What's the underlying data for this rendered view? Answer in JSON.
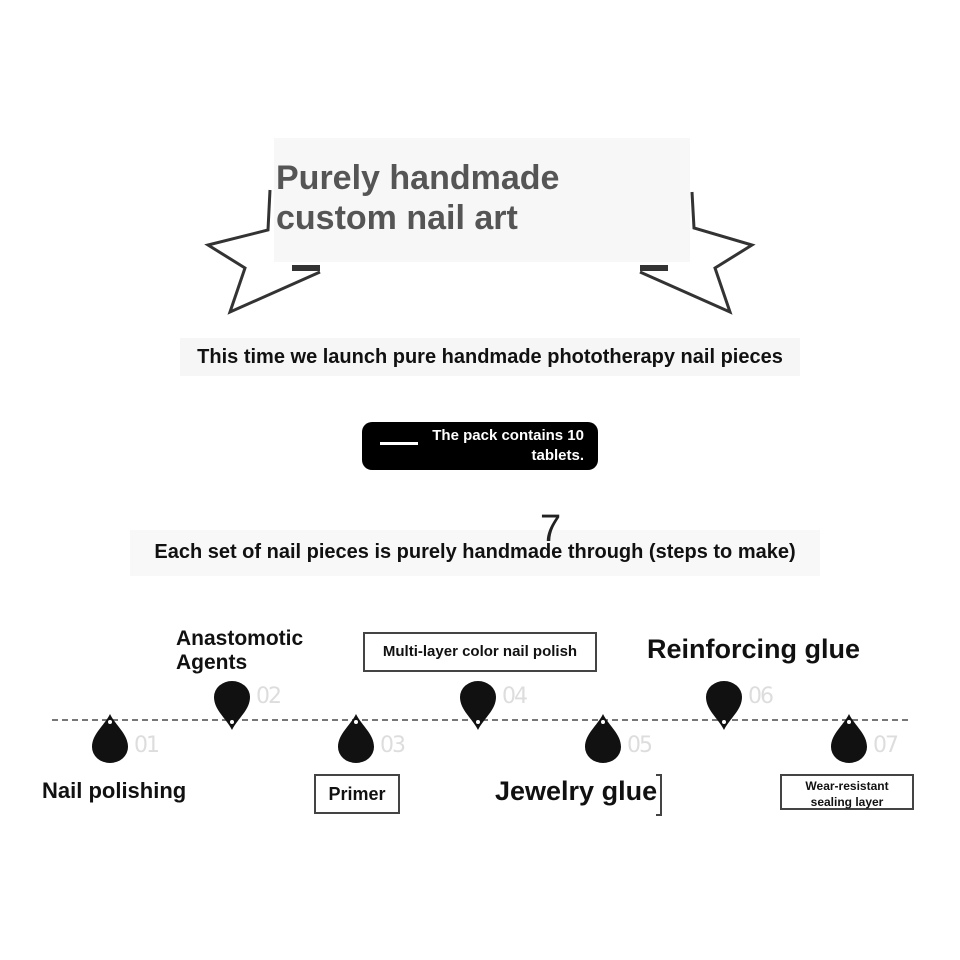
{
  "banner": {
    "title_line1": "Purely handmade",
    "title_line2": "custom nail art"
  },
  "subtitle": "This time we launch pure handmade phototherapy nail pieces",
  "pack": {
    "line1": "The pack contains 10",
    "line2": "tablets."
  },
  "steps_title": "Each set of nail pieces is purely handmade through (steps to make)",
  "steps": [
    {
      "number": "01",
      "label": "Nail polishing"
    },
    {
      "number": "02",
      "label_line1": "Anastomotic",
      "label_line2": "Agents"
    },
    {
      "number": "03",
      "label": "Primer"
    },
    {
      "number": "04",
      "label": "Multi-layer color nail polish"
    },
    {
      "number": "05",
      "label": "Jewelry glue"
    },
    {
      "number": "06",
      "label": "Reinforcing glue"
    },
    {
      "number": "07",
      "label_line1": "Wear-resistant",
      "label_line2": "sealing layer"
    }
  ]
}
